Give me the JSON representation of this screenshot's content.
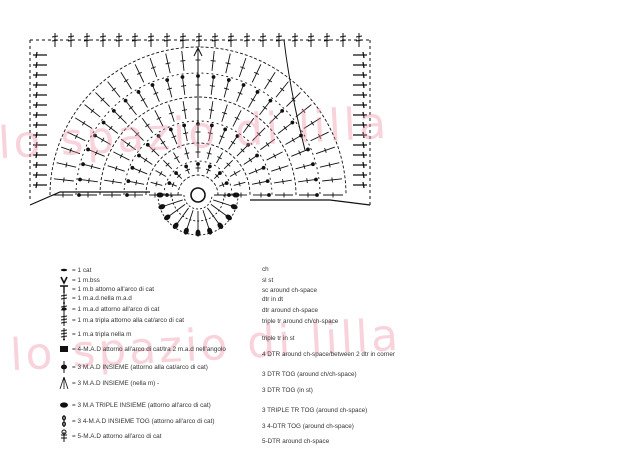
{
  "watermark": {
    "text": "lo spazio di lilla",
    "color": "#f08ca0"
  },
  "legend": [
    {
      "symbol": "chain-icon",
      "italian": "= 1 cat",
      "english": "ch"
    },
    {
      "symbol": "slip-stitch-icon",
      "italian": "= 1 m.bss",
      "english": "sl st"
    },
    {
      "symbol": "sc-icon",
      "italian": "= 1 m.b attorno all'arco di cat",
      "english": "sc around ch-space"
    },
    {
      "symbol": "dtr-icon",
      "italian": "= 1 m.a.d.nella m.a.d",
      "english": "dtr in dt"
    },
    {
      "symbol": "dtr-space-icon",
      "italian": "= 1 m.a.d attorno all'arco di cat",
      "english": "dtr around ch-space"
    },
    {
      "symbol": "triple-tr-icon",
      "italian": "= 1 m.a tripla attorno alla cat/arco di cat",
      "english": "triple tr around ch/ch-space"
    },
    {
      "symbol": "triple-tr-st-icon",
      "italian": "= 1 m.a tripla nella m",
      "english": "triple tr in st"
    },
    {
      "symbol": "four-dtr-icon",
      "italian": "= 4-M.A.D attorno all'arco di cat/tra 2 m.a.d nell'angolo",
      "english": "4 DTR around ch-space/between 2 dtr in corner"
    },
    {
      "symbol": "three-dtr-tog-icon",
      "italian": "= 3 M.A.D INSIEME (attorno alla cat/arco di cat)",
      "english": "3 DTR TOG (around ch/ch-space)"
    },
    {
      "symbol": "three-dtr-st-icon",
      "italian": "= 3 M.A.D INSIEME (nella m) -",
      "english": "3 DTR TOG (in st)"
    },
    {
      "symbol": "triple-tr-tog-icon",
      "italian": "= 3 M.A TRIPLE INSIEME (attorno all'arco di cat)",
      "english": "3 TRIPLE TR TOG (around ch-space)"
    },
    {
      "symbol": "four-dtr-tog-icon",
      "italian": "= 3 4-M.A.D INSIEME TOG (attorno all'arco di cat)",
      "english": "3 4-DTR TOG (around ch-space)"
    },
    {
      "symbol": "five-dtr-icon",
      "italian": "= 5-M.A.D attorno all'arco di cat",
      "english": "5-DTR around ch-space"
    }
  ]
}
